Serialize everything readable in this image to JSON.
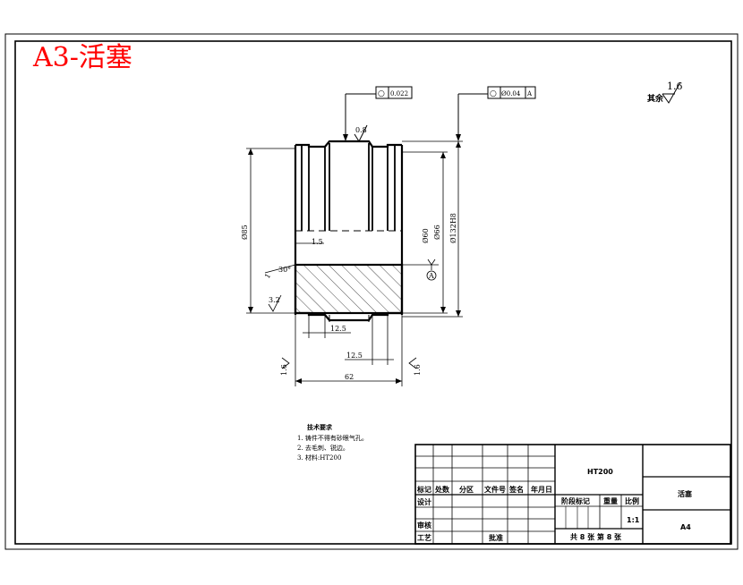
{
  "stamp": "A3-活塞",
  "roughness_general": {
    "prefix": "其余",
    "value": "1.6"
  },
  "tolerance_frames": {
    "top_left": {
      "symbol": "○",
      "value": "0.022"
    },
    "top_right": {
      "symbol": "○",
      "value": "Ø0.04",
      "datum": "A"
    }
  },
  "dimensions": {
    "roughness_top": "0.8",
    "left_height": "Ø85",
    "groove_width": "1.5",
    "inner_label": "Ø60",
    "right_inner": "Ø66",
    "right_outer": "Ø132H8",
    "angle": "30°",
    "chamfer": "1",
    "roughness_left": "3.2",
    "bottom_1": "12.5",
    "bottom_2": "12.5",
    "roughness_bl": "1.6",
    "roughness_br": "1.6",
    "bottom_total": "62",
    "datum": "A"
  },
  "tech_notes": {
    "title": "技术要求",
    "items": [
      "1. 铸件不得有砂眼气孔。",
      "2. 去毛刺、锐边。",
      "3. 材料:HT200"
    ]
  },
  "title_block": {
    "material": "HT200",
    "part_name": "活塞",
    "drawing_no": "A4",
    "scale": "1:1",
    "headers": [
      "标记",
      "处数",
      "分区",
      "文件号",
      "签名",
      "年月日"
    ],
    "design": "设计",
    "review": "审核",
    "process": "工艺",
    "approve": "批准",
    "stage_label": "阶段标记",
    "weight_label": "重量",
    "scale_label": "比例",
    "sheets": "共 8 张  第 8 张"
  }
}
